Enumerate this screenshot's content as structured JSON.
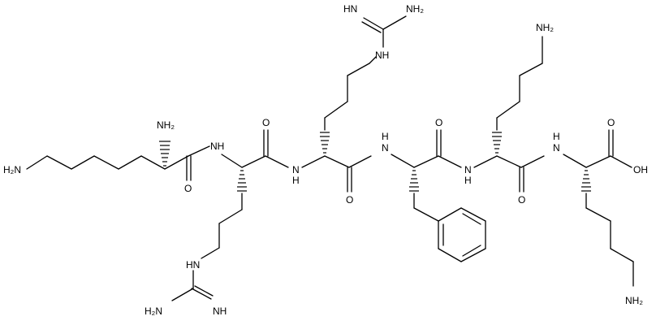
{
  "labels": {
    "lys1_nh2": "NH₂",
    "lys1_side_nh2": "H₂N",
    "arg1_nh": "NH",
    "arg1_side_nh": "HN",
    "arg1_nh2": "H₂N",
    "arg1_imine": "NH",
    "c1_o": "O",
    "n_arg2": "N",
    "h_arg2": "H",
    "arg2_nh": "NH",
    "arg2_hn": "HN",
    "arg2_nh2": "NH₂",
    "c2_o": "O",
    "n_phe": "N",
    "h_phe": "H",
    "c3_o": "O",
    "n_lys2": "N",
    "h_lys2": "H",
    "lys2_nh2": "NH₂",
    "c4_o": "O",
    "n_lys3": "N",
    "h_lys3": "H",
    "c5_o": "O",
    "acid_oh": "OH",
    "acid_o": "O",
    "lys3_nh2": "NH₂",
    "c0_o": "O"
  }
}
